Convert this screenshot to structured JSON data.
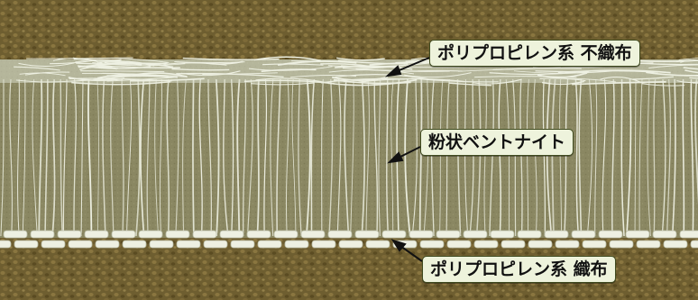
{
  "labels": {
    "top": "ポリプロピレン系 不織布",
    "middle": "粉状ベントナイト",
    "bottom": "ポリプロピレン系 織布"
  },
  "colors": {
    "soil": "#6e5e30",
    "bentonite": "#888660",
    "fiber": "#eef0e2",
    "label_bg": "#eef3dc",
    "label_border": "#3f4a1f",
    "arrow": "#111111"
  }
}
